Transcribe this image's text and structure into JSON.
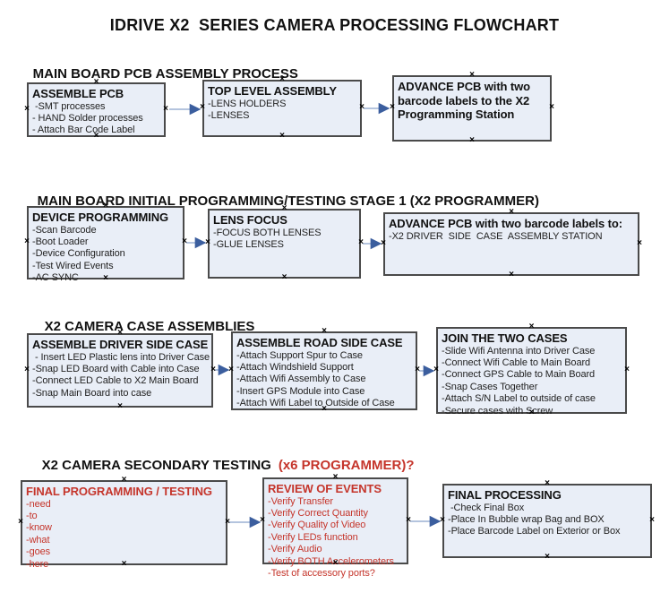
{
  "title": "IDRIVE X2  SERIES CAMERA PROCESSING FLOWCHART",
  "colors": {
    "box_fill": "#e9eef7",
    "box_border": "#4a4a4a",
    "red_text": "#c5352b",
    "connector_line": "#a9bcd9",
    "connector_arrow": "#3b5e9e"
  },
  "icons": {
    "connection_point_glyph": "×",
    "connector_arrowhead": "right-pointing-triangle"
  },
  "sections": [
    {
      "heading": "MAIN BOARD PCB ASSEMBLY PROCESS",
      "boxes": [
        {
          "title": "ASSEMBLE PCB",
          "items": [
            " -SMT processes",
            "- HAND Solder processes",
            "- Attach Bar Code Label"
          ]
        },
        {
          "title": "TOP LEVEL ASSEMBLY",
          "items": [
            "-LENS HOLDERS",
            "-LENSES"
          ]
        },
        {
          "title": "ADVANCE PCB with two barcode labels to the  X2 Programming Station",
          "items": []
        }
      ]
    },
    {
      "heading": "MAIN BOARD INITIAL PROGRAMMING/TESTING STAGE 1 (X2 PROGRAMMER)",
      "boxes": [
        {
          "title": "DEVICE PROGRAMMING",
          "items": [
            "-Scan Barcode",
            "-Boot Loader",
            "-Device Configuration",
            "-Test Wired Events",
            "-AC SYNC"
          ]
        },
        {
          "title": "LENS FOCUS",
          "items": [
            "-FOCUS BOTH LENSES",
            "-GLUE LENSES"
          ]
        },
        {
          "title": "ADVANCE PCB with two barcode labels to:",
          "items": [
            "-X2 DRIVER  SIDE  CASE  ASSEMBLY STATION"
          ]
        }
      ]
    },
    {
      "heading": "X2 CAMERA CASE ASSEMBLIES",
      "boxes": [
        {
          "title": "ASSEMBLE DRIVER SIDE CASE",
          "items": [
            " - Insert LED Plastic lens into Driver Case",
            "-Snap LED Board with Cable into Case",
            "-Connect LED Cable to X2 Main Board",
            "-Snap Main Board into case"
          ]
        },
        {
          "title": "ASSEMBLE ROAD SIDE CASE",
          "items": [
            "-Attach Support Spur to Case",
            "-Attach Windshield Support",
            "-Attach Wifi Assembly to Case",
            "-Insert GPS Module into Case",
            "-Attach Wifi Label to Outside of Case"
          ]
        },
        {
          "title": "JOIN THE TWO CASES",
          "items": [
            "-Slide Wifi Antenna into Driver Case",
            "-Connect Wifi Cable to Main Board",
            "-Connect GPS Cable to Main Board",
            "-Snap Cases Together",
            "-Attach S/N Label to outside of case",
            "-Secure cases with Screw"
          ]
        }
      ]
    },
    {
      "heading": "X2 CAMERA SECONDARY TESTING",
      "heading_red": "(x6 PROGRAMMER)?",
      "boxes": [
        {
          "title": "FINAL PROGRAMMING / TESTING",
          "items": [
            "-need",
            "-to",
            "-know",
            "-what",
            "-goes",
            "-here"
          ]
        },
        {
          "title": "REVIEW OF EVENTS",
          "items": [
            "-Verify Transfer",
            "-Verify Correct Quantity",
            "-Verify Quality of Video",
            "-Verify LEDs function",
            "-Verify Audio",
            "-Verify BOTH Accelerometers",
            "-Test of accessory ports?"
          ]
        },
        {
          "title": "FINAL PROCESSING",
          "items": [
            " -Check Final Box",
            "-Place In Bubble wrap Bag and BOX",
            "-Place Barcode Label on Exterior or Box"
          ]
        }
      ]
    }
  ]
}
